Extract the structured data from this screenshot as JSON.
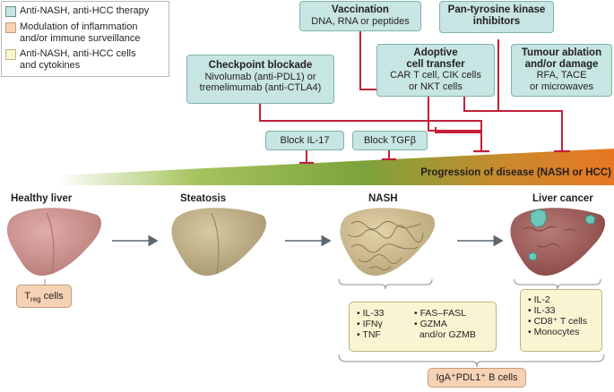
{
  "legend": [
    {
      "label": "Anti-NASH, anti-HCC therapy",
      "color": "#c7e5e2"
    },
    {
      "label_lines": [
        "Modulation of inflammation",
        "and/or immune surveillance"
      ],
      "color": "#f6d2b4"
    },
    {
      "label_lines": [
        "Anti-NASH, anti-HCC cells",
        "and cytokines"
      ],
      "color": "#f9f5d3"
    }
  ],
  "therapies": {
    "vaccination": {
      "title": "Vaccination",
      "line1": "DNA, RNA or peptides"
    },
    "tki": {
      "title_lines": [
        "Pan-tyrosine kinase",
        "inhibitors"
      ]
    },
    "checkpoint": {
      "title": "Checkpoint blockade",
      "line1": "Nivolumab (anti-PDL1) or",
      "line2": "tremelimumab (anti-CTLA4)"
    },
    "adoptive": {
      "title_lines": [
        "Adoptive",
        "cell transfer"
      ],
      "line1": "CAR T cell, CIK cells",
      "line2": "or NKT cells"
    },
    "ablation": {
      "title_lines": [
        "Tumour ablation",
        "and/or damage"
      ],
      "line1": "RFA, TACE",
      "line2": "or microwaves"
    },
    "block_il17": "Block IL-17",
    "block_tgfb": "Block TGFβ"
  },
  "progression_label": "Progression of disease (NASH or HCC)",
  "stages": [
    "Healthy liver",
    "Steatosis",
    "NASH",
    "Liver cancer"
  ],
  "treg": {
    "main": "T",
    "sub": "reg",
    "suffix": " cells"
  },
  "nash_factors": {
    "col1": [
      "IL-33",
      "IFNγ",
      "TNF"
    ],
    "col2": [
      "FAS–FASL",
      "GZMA",
      "and/or GZMB"
    ]
  },
  "cancer_factors": [
    "IL-2",
    "IL-33",
    "CD8⁺ T cells",
    "Monocytes"
  ],
  "bcells": "IgA⁺PDL1⁺ B cells",
  "colors": {
    "arrow_red": "#c41f3a",
    "wedge_green": "#6a9a3a",
    "wedge_orange": "#e87722"
  }
}
